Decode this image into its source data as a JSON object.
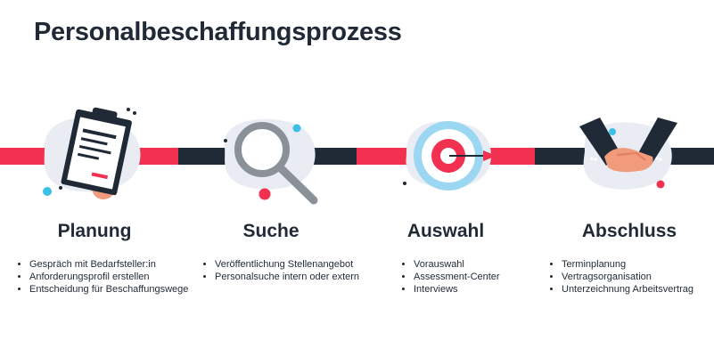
{
  "title": "Personalbeschaffungsprozess",
  "colors": {
    "dark": "#1f2a36",
    "red": "#f2304f",
    "blob": "#e9edf3",
    "cyan": "#3cc0e8",
    "salmon": "#f29a7c",
    "light_blue": "#9bd7f2"
  },
  "stages": [
    {
      "title": "Planung",
      "icon": "clipboard-icon",
      "items": [
        "Gespräch mit Bedarfsteller:in",
        "Anforderungsprofil erstellen",
        "Entscheidung für Beschaffungswege"
      ]
    },
    {
      "title": "Suche",
      "icon": "magnifier-icon",
      "items": [
        "Veröffentlichung Stellenangebot",
        "Personalsuche intern oder extern"
      ]
    },
    {
      "title": "Auswahl",
      "icon": "target-icon",
      "items": [
        "Vorauswahl",
        "Assessment-Center",
        "Interviews"
      ]
    },
    {
      "title": "Abschluss",
      "icon": "handshake-icon",
      "items": [
        "Terminplanung",
        "Vertragsorganisation",
        "Unterzeichnung Arbeitsvertrag"
      ]
    }
  ]
}
